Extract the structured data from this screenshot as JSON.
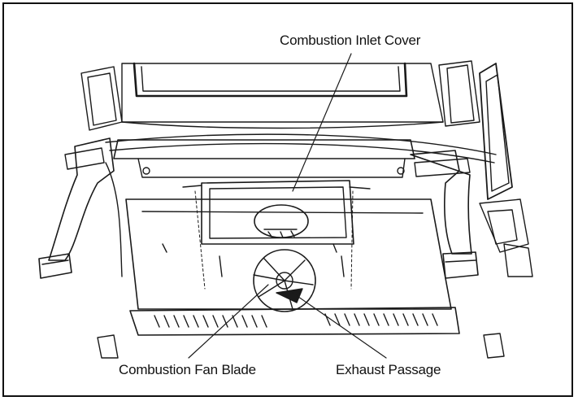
{
  "diagram": {
    "labels": {
      "inlet_cover": "Combustion Inlet Cover",
      "fan_blade": "Combustion Fan Blade",
      "exhaust_passage": "Exhaust Passage"
    }
  }
}
